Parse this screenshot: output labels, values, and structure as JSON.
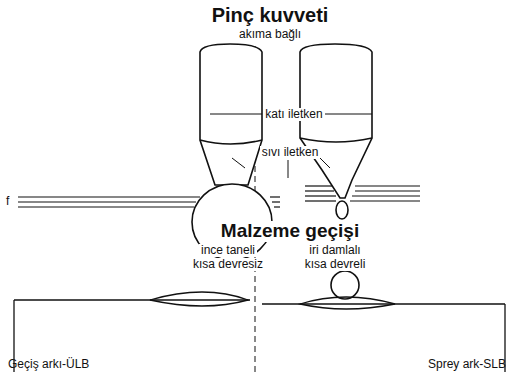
{
  "diagram": {
    "title": "Pinç kuvveti",
    "labels": [
      "akıma bağlı",
      "katı iletken",
      "sıvı iletken",
      "f",
      "Malzeme geçişi",
      "ince taneli",
      "iri damlalı",
      "kısa devresiz",
      "kısa devreli",
      "Geçiş arkı-ÜLB",
      "Sprey ark-SLB"
    ]
  }
}
